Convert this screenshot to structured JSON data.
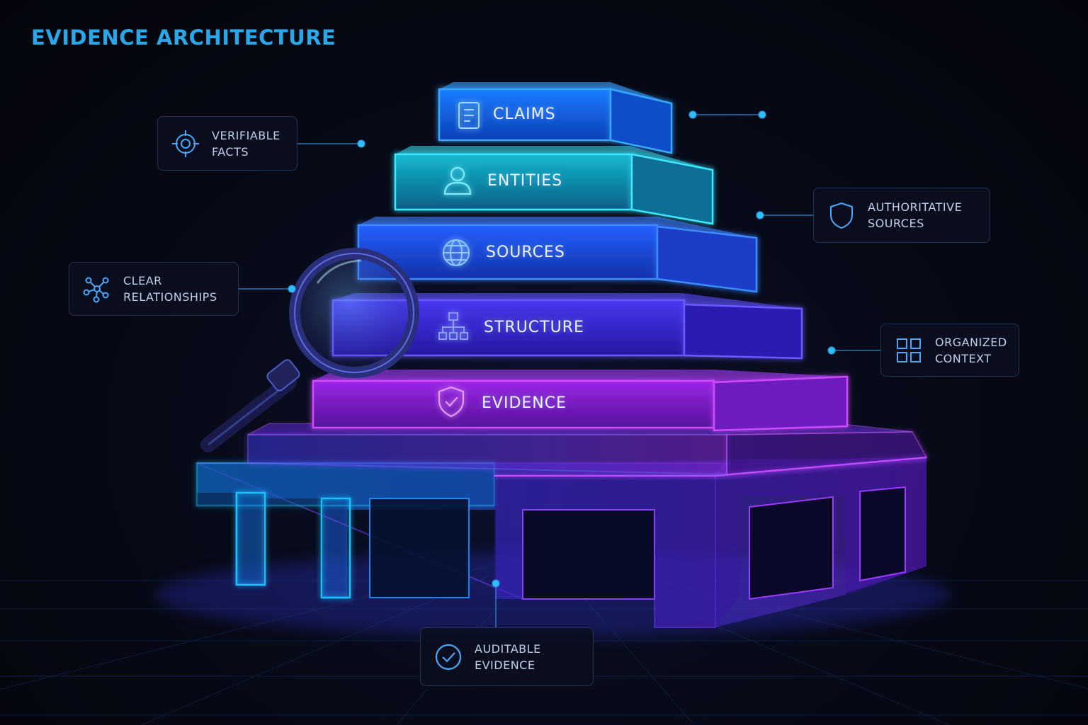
{
  "title": "EVIDENCE ARCHITECTURE",
  "layers": [
    {
      "id": "claims",
      "label": "CLAIMS",
      "icon": "document-icon"
    },
    {
      "id": "entities",
      "label": "ENTITIES",
      "icon": "person-icon"
    },
    {
      "id": "sources",
      "label": "SOURCES",
      "icon": "globe-icon"
    },
    {
      "id": "structure",
      "label": "STRUCTURE",
      "icon": "hierarchy-icon"
    },
    {
      "id": "evidence",
      "label": "EVIDENCE",
      "icon": "shield-check-icon"
    }
  ],
  "callouts": {
    "verifiable_facts": {
      "line1": "VERIFIABLE",
      "line2": "FACTS",
      "icon": "target-icon"
    },
    "clear_relationships": {
      "line1": "CLEAR",
      "line2": "RELATIONSHIPS",
      "icon": "network-icon"
    },
    "authoritative_sources": {
      "line1": "AUTHORITATIVE",
      "line2": "SOURCES",
      "icon": "shield-icon"
    },
    "organized_context": {
      "line1": "ORGANIZED",
      "line2": "CONTEXT",
      "icon": "grid-icon"
    },
    "auditable_evidence": {
      "line1": "AUDITABLE",
      "line2": "EVIDENCE",
      "icon": "check-circle-icon"
    }
  },
  "colors": {
    "title": "#2aa7e8",
    "claims": "#1f8fff",
    "entities": "#22d3e6",
    "sources": "#2f6bff",
    "structure": "#5b4cff",
    "evidence": "#b235ff",
    "base_left": "#1ab8ff",
    "base_right": "#b040ff"
  }
}
